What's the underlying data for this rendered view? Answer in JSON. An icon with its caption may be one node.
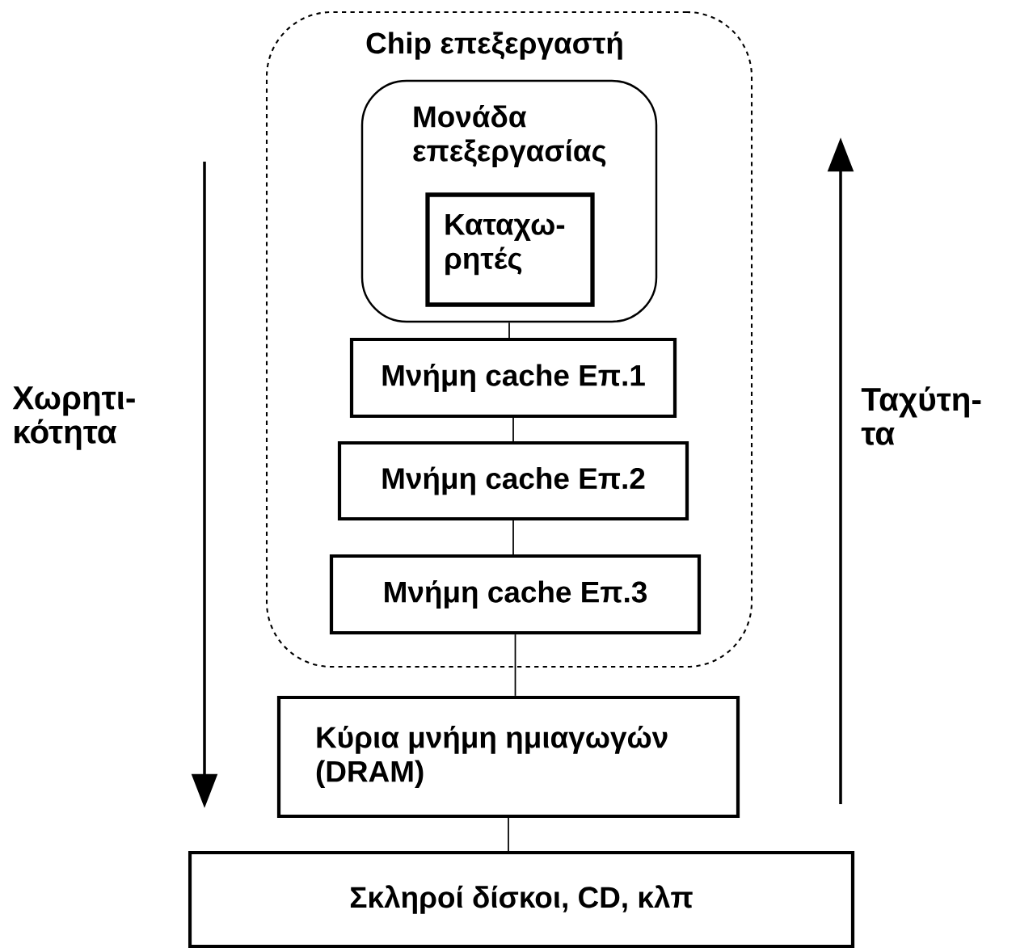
{
  "diagram": {
    "nodes": [
      {
        "text": [
          "Chip επεξεργαστή"
        ]
      },
      {
        "text": [
          "Μονάδα επεξεργασίας"
        ],
        "in": 0
      },
      {
        "text": [
          "Καταχω- ρητές"
        ],
        "in": 1
      },
      {
        "text": [
          "Μνήμη cache Επ.1"
        ],
        "in": 0
      },
      {
        "text": [
          "Μνήμη cache Επ.2"
        ],
        "in": 0
      },
      {
        "text": [
          "Μνήμη cache Επ.3"
        ],
        "in": 0
      },
      {
        "text": [
          "Κύρια μνήμη ημιαγωγών (DRAM)"
        ]
      },
      {
        "text": [
          "Σκληροί δίσκοι, CD, κλπ"
        ]
      }
    ],
    "edges": [
      {
        "from": 1,
        "to": 3,
        "arrow": "none"
      },
      {
        "from": 3,
        "to": 4,
        "arrow": "none"
      },
      {
        "from": 4,
        "to": 5,
        "arrow": "none"
      },
      {
        "from": 5,
        "to": 6,
        "arrow": "none"
      },
      {
        "from": 6,
        "to": 7,
        "arrow": "none"
      }
    ],
    "labels": [
      "Χωρητι- κότητα",
      "Ταχύτη- τα"
    ]
  }
}
